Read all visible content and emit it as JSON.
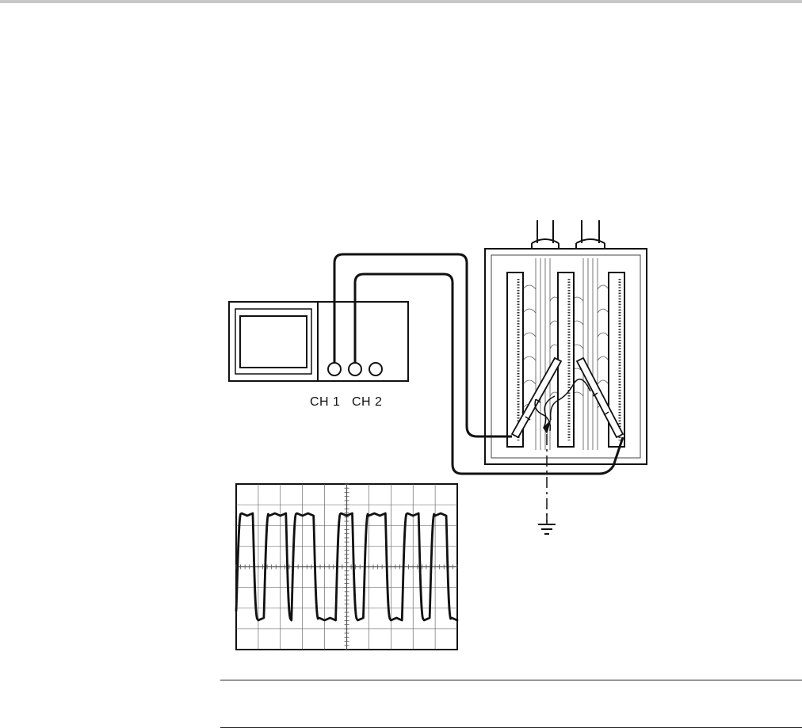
{
  "labels": {
    "ch1": "CH 1",
    "ch2": "CH 2"
  },
  "scope_trace": {
    "levels": [
      "high",
      "high",
      "high",
      "low",
      "low",
      "high",
      "high",
      "high",
      "high",
      "low",
      "high",
      "high",
      "high",
      "high",
      "low",
      "low",
      "low",
      "low",
      "high",
      "high",
      "high",
      "low",
      "low",
      "high",
      "high",
      "high",
      "high",
      "low",
      "low",
      "low",
      "high",
      "high",
      "high",
      "low",
      "low",
      "high",
      "high",
      "high",
      "low",
      "low"
    ]
  },
  "colors": {
    "ink": "#111111",
    "board_inner": "#444444"
  }
}
